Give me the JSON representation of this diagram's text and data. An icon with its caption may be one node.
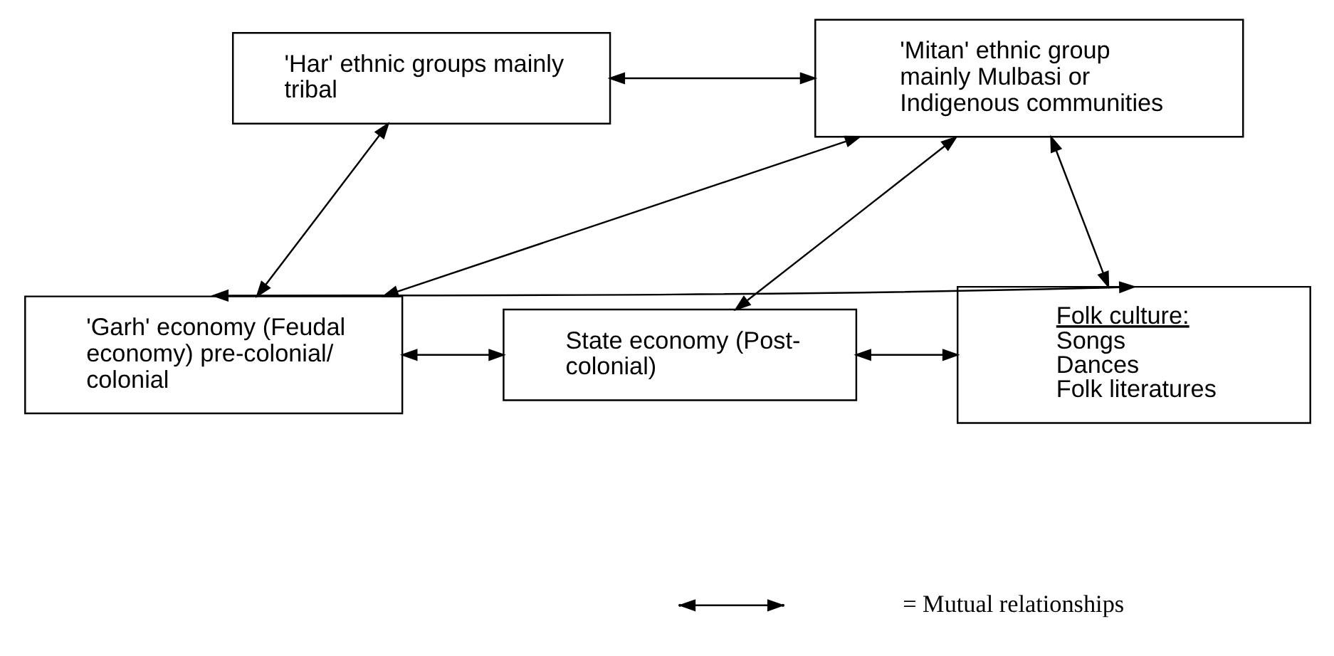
{
  "diagram": {
    "nodes": [
      {
        "text": [
          "'Har' ethnic groups mainly tribal"
        ]
      },
      {
        "text": [
          "'Mitan' ethnic group mainly Mulbasi or Indigenous communities"
        ]
      },
      {
        "text": [
          "'Garh' economy (Feudal economy) pre-colonial/ colonial"
        ]
      },
      {
        "text": [
          "State economy (Post-colonial)"
        ]
      },
      {
        "text": [
          "Folk culture:",
          "Songs",
          "Dances",
          "Folk literatures"
        ]
      }
    ],
    "edges": [
      {
        "from": 0,
        "to": 1,
        "arrow": "both"
      },
      {
        "from": 0,
        "to": 2,
        "arrow": "both"
      },
      {
        "from": 1,
        "to": 2,
        "arrow": "both"
      },
      {
        "from": 1,
        "to": 4,
        "arrow": "both"
      },
      {
        "from": 1,
        "to": 3,
        "arrow": "both"
      },
      {
        "from": 4,
        "to": 2,
        "arrow": "both"
      },
      {
        "from": 2,
        "to": 3,
        "arrow": "both"
      },
      {
        "from": 3,
        "to": 4,
        "arrow": "both"
      }
    ],
    "legend": [
      {
        "text": "= Mutual relationships"
      }
    ]
  }
}
